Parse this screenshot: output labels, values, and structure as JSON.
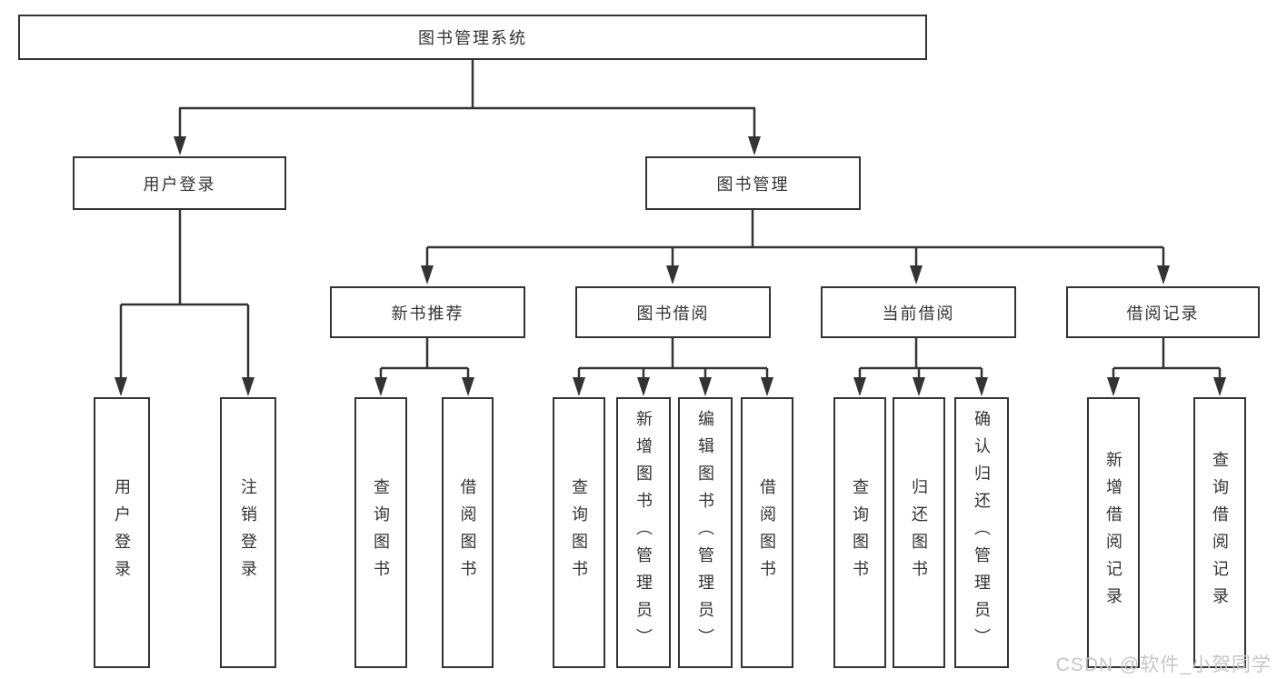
{
  "diagram": {
    "root": {
      "label": "图书管理系统"
    },
    "level2": [
      {
        "label": "用户登录"
      },
      {
        "label": "图书管理"
      }
    ],
    "level3": [
      {
        "parent": "图书管理",
        "label": "新书推荐"
      },
      {
        "parent": "图书管理",
        "label": "图书借阅"
      },
      {
        "parent": "图书管理",
        "label": "当前借阅"
      },
      {
        "parent": "图书管理",
        "label": "借阅记录"
      }
    ],
    "leaves": [
      {
        "parent": "用户登录",
        "label": "用户登录"
      },
      {
        "parent": "用户登录",
        "label": "注销登录"
      },
      {
        "parent": "新书推荐",
        "label": "查询图书"
      },
      {
        "parent": "新书推荐",
        "label": "借阅图书"
      },
      {
        "parent": "图书借阅",
        "label": "查询图书"
      },
      {
        "parent": "图书借阅",
        "label": "新增图书（管理员）"
      },
      {
        "parent": "图书借阅",
        "label": "编辑图书（管理员）"
      },
      {
        "parent": "图书借阅",
        "label": "借阅图书"
      },
      {
        "parent": "当前借阅",
        "label": "查询图书"
      },
      {
        "parent": "当前借阅",
        "label": "归还图书"
      },
      {
        "parent": "当前借阅",
        "label": "确认归还（管理员）"
      },
      {
        "parent": "借阅记录",
        "label": "新增借阅记录"
      },
      {
        "parent": "借阅记录",
        "label": "查询借阅记录"
      }
    ]
  },
  "watermark": "CSDN @软件_小贺同学",
  "colors": {
    "line": "#333333",
    "box_border": "#333333",
    "text": "#333333",
    "background": "#ffffff",
    "watermark": "#c6c6c6"
  }
}
